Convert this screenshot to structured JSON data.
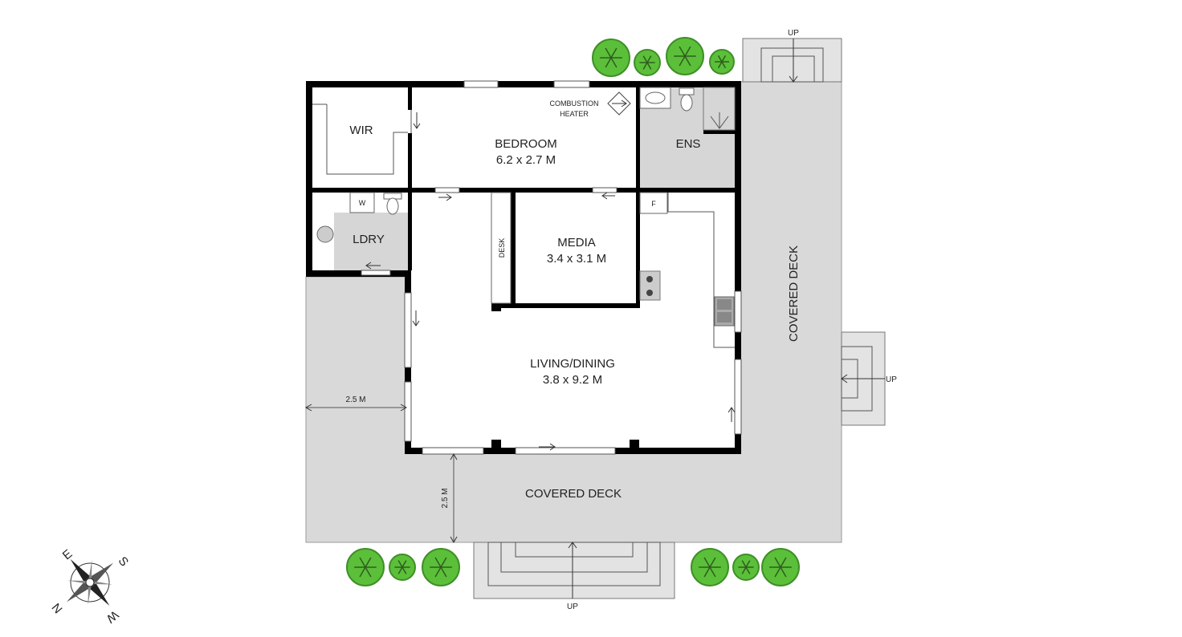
{
  "rooms": {
    "wir": {
      "name": "WIR"
    },
    "bedroom": {
      "name": "BEDROOM",
      "size": "6.2 x 2.7 M"
    },
    "ens": {
      "name": "ENS"
    },
    "ldry": {
      "name": "LDRY"
    },
    "media": {
      "name": "MEDIA",
      "size": "3.4 x 3.1 M"
    },
    "living": {
      "name": "LIVING/DINING",
      "size": "3.8 x 9.2 M"
    },
    "deck_bottom": {
      "name": "COVERED DECK"
    },
    "deck_right": {
      "name": "COVERED DECK"
    }
  },
  "fixtures": {
    "heater_line1": "COMBUSTION",
    "heater_line2": "HEATER",
    "desk": "DESK",
    "washer": "W",
    "fridge": "F"
  },
  "dimensions": {
    "deck_left_width": "2.5 M",
    "deck_bottom_depth": "2.5 M"
  },
  "stairs": {
    "top": "UP",
    "right": "UP",
    "bottom": "UP"
  },
  "compass": {
    "north": "N",
    "south": "S",
    "east": "E",
    "west": "W"
  },
  "colors": {
    "deck": "#d9d9d9",
    "wall": "#000000",
    "tree": "#5bbf3a"
  }
}
